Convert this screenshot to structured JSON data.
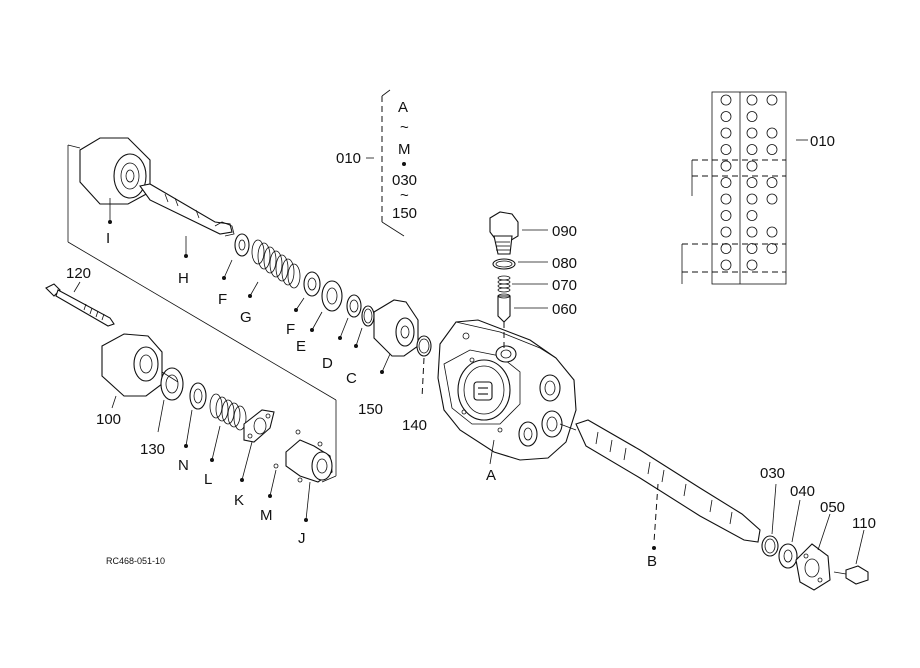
{
  "drawing_ref": "RC468-051-10",
  "group": {
    "label": "010",
    "range_top": "A",
    "tilde1": "~",
    "range_mid": "M",
    "range_sub": "030",
    "tilde2": "~",
    "range_end": "150"
  },
  "inset_label": "010",
  "parts": {
    "p090": "090",
    "p080": "080",
    "p070": "070",
    "p060": "060",
    "p120": "120",
    "p100": "100",
    "p130": "130",
    "p150": "150",
    "p140": "140",
    "p030": "030",
    "p040": "040",
    "p050": "050",
    "p110": "110",
    "A": "A",
    "B": "B",
    "C": "C",
    "D": "D",
    "E": "E",
    "F1": "F",
    "F2": "F",
    "G": "G",
    "H": "H",
    "I": "I",
    "J": "J",
    "K": "K",
    "L": "L",
    "M": "M",
    "N": "N"
  }
}
